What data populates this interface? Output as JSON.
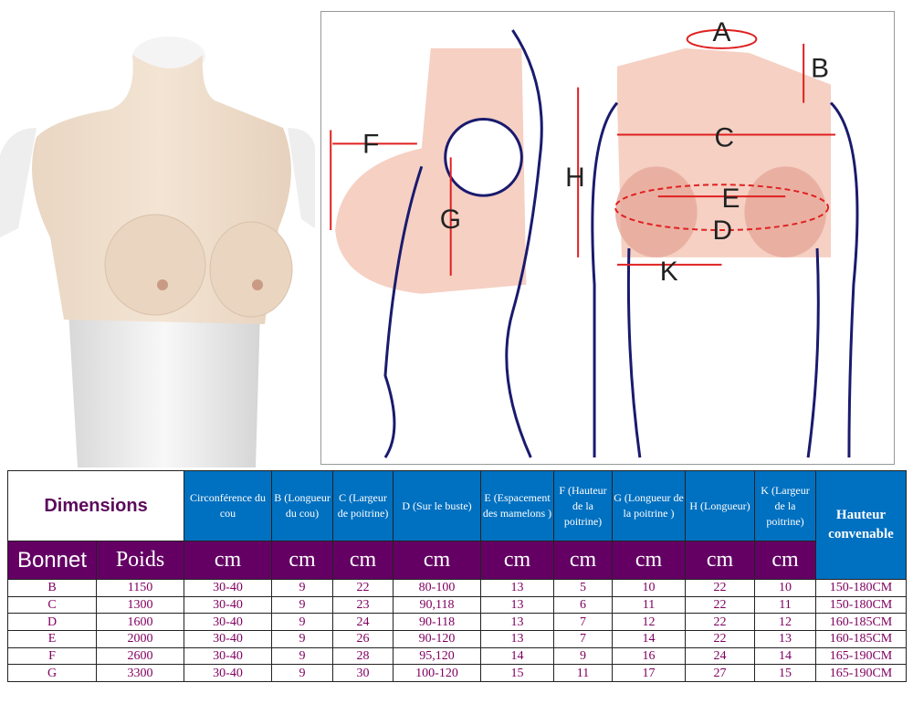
{
  "diagram_labels": {
    "A": "A",
    "B": "B",
    "C": "C",
    "D": "D",
    "E": "E",
    "F": "F",
    "G": "G",
    "H": "H",
    "K": "K"
  },
  "table": {
    "title": "Dimensions",
    "columns": [
      "Circonférence du cou",
      "B (Longueur du cou)",
      "C (Largeur de poitrine)",
      "D (Sur le buste)",
      "E (Espacement des mamelons )",
      "F (Hauteur de la poitrine)",
      "G (Longueur de la poitrine )",
      "H (Longueur)",
      "K (Largeur de la poitrine)"
    ],
    "last_column": "Hauteur convenable",
    "unit_row": {
      "bonnet": "Bonnet",
      "poids": "Poids",
      "unit": "cm"
    },
    "rows": [
      [
        "B",
        "1150",
        "30-40",
        "9",
        "22",
        "80-100",
        "13",
        "5",
        "10",
        "22",
        "10",
        "150-180CM"
      ],
      [
        "C",
        "1300",
        "30-40",
        "9",
        "23",
        "90,118",
        "13",
        "6",
        "11",
        "22",
        "11",
        "150-180CM"
      ],
      [
        "D",
        "1600",
        "30-40",
        "9",
        "24",
        "90-118",
        "13",
        "7",
        "12",
        "22",
        "12",
        "160-185CM"
      ],
      [
        "E",
        "2000",
        "30-40",
        "9",
        "26",
        "90-120",
        "13",
        "7",
        "14",
        "22",
        "13",
        "160-185CM"
      ],
      [
        "F",
        "2600",
        "30-40",
        "9",
        "28",
        "95,120",
        "14",
        "9",
        "16",
        "24",
        "14",
        "165-190CM"
      ],
      [
        "G",
        "3300",
        "30-40",
        "9",
        "30",
        "100-120",
        "15",
        "11",
        "17",
        "27",
        "15",
        "165-190CM"
      ]
    ]
  }
}
